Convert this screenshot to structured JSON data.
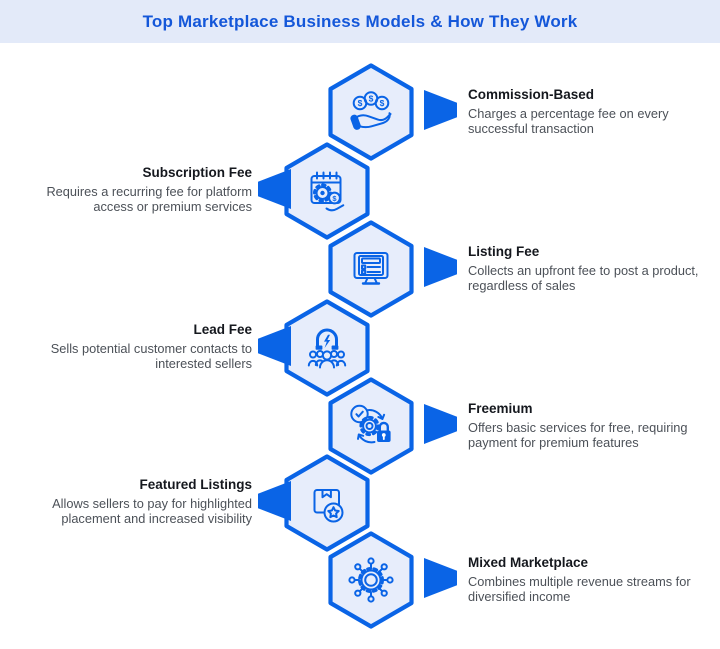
{
  "header": {
    "title": "Top Marketplace Business Models & How They Work"
  },
  "items": [
    {
      "title": "Commission-Based",
      "description": "Charges a percentage fee on every successful transaction",
      "side": "right",
      "icon": "hand-coins-icon"
    },
    {
      "title": "Subscription Fee",
      "description": "Requires a recurring fee for platform access or premium services",
      "side": "left",
      "icon": "calendar-gear-icon"
    },
    {
      "title": "Listing Fee",
      "description": "Collects an upfront fee to post a product, regardless of sales",
      "side": "right",
      "icon": "monitor-listing-icon"
    },
    {
      "title": "Lead Fee",
      "description": "Sells potential customer contacts to interested sellers",
      "side": "left",
      "icon": "magnet-leads-icon"
    },
    {
      "title": "Freemium",
      "description": "Offers basic services for free, requiring payment for premium features",
      "side": "right",
      "icon": "gear-lock-check-icon"
    },
    {
      "title": "Featured Listings",
      "description": "Allows sellers to pay for highlighted placement and increased visibility",
      "side": "left",
      "icon": "package-star-icon"
    },
    {
      "title": "Mixed Marketplace",
      "description": "Combines multiple revenue streams for diversified income",
      "side": "right",
      "icon": "network-hub-icon"
    }
  ],
  "colors": {
    "accent": "#0A64E6",
    "hex_fill": "#E7EDFB",
    "header_bg": "#E3EAF9",
    "header_text": "#1457D9",
    "item_title": "#15181E",
    "item_desc": "#4C5158"
  }
}
